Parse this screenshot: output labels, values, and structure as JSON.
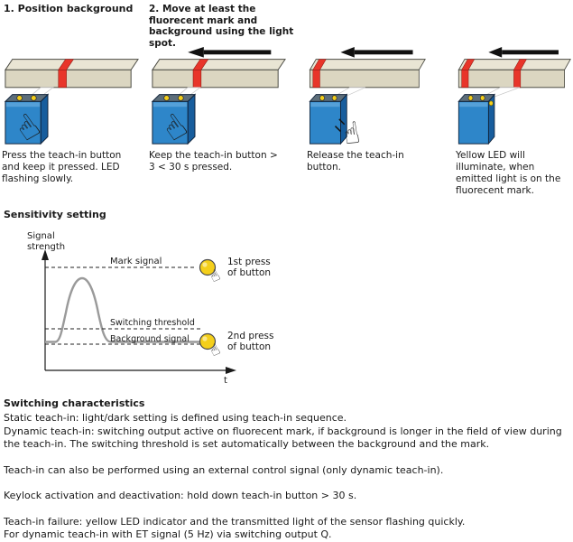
{
  "steps": {
    "heading1": "1. Position background",
    "heading2": "2. Move at least the fluorecent mark and background using the light spot.",
    "captions": [
      "Press the teach-in button and keep it pressed. LED flashing slowly.",
      "Keep the teach-in button > 3 < 30 s pressed.",
      "Release the teach-in button.",
      "Yellow LED will illuminate, when emitted light is on the fluorecent mark."
    ]
  },
  "sensitivity": {
    "heading": "Sensitivity setting",
    "ylabel_line1": "Signal",
    "ylabel_line2": "strength",
    "xlabel": "t",
    "mark_label": "Mark signal",
    "threshold_label": "Switching threshold",
    "background_label": "Background signal",
    "press1_line1": "1st press",
    "press1_line2": "of button",
    "press2_line1": "2nd press",
    "press2_line2": "of button"
  },
  "chart_data": {
    "type": "line",
    "title": "Sensitivity setting",
    "xlabel": "t",
    "ylabel": "Signal strength",
    "levels": {
      "mark_signal": "high dashed reference level",
      "switching_threshold": "dashed level between mark and background",
      "background_signal": "low dashed level at curve baseline"
    },
    "series": [
      {
        "name": "sensor signal",
        "shape": "flat baseline with single bell-shaped peak reaching just below mark signal level"
      }
    ],
    "annotations": [
      "1st press of button at mark signal level",
      "2nd press of button at background signal level"
    ]
  },
  "characteristics": {
    "heading": "Switching characteristics",
    "paragraphs": [
      "Static teach-in: light/dark setting is defined using teach-in sequence.",
      "Dynamic teach-in: switching output active on fluorecent mark, if background is longer in the field of view during the teach-in. The switching threshold is set automatically between the background and the mark.",
      "Teach-in can also be performed using an external control signal (only dynamic teach-in).",
      "Keylock activation and deactivation: hold down teach-in button > 30 s.",
      "Teach-in failure: yellow LED indicator and the transmitted light of the sensor flashing quickly.",
      "For dynamic teach-in with ET signal (5 Hz) via switching output Q."
    ]
  },
  "icons": {
    "hand_glyph": "☝"
  },
  "colors": {
    "mark_red": "#e8352a",
    "sensor_blue": "#2e86c9",
    "button_yellow": "#f4cf1b",
    "bar_tan": "#dbd6c1"
  }
}
